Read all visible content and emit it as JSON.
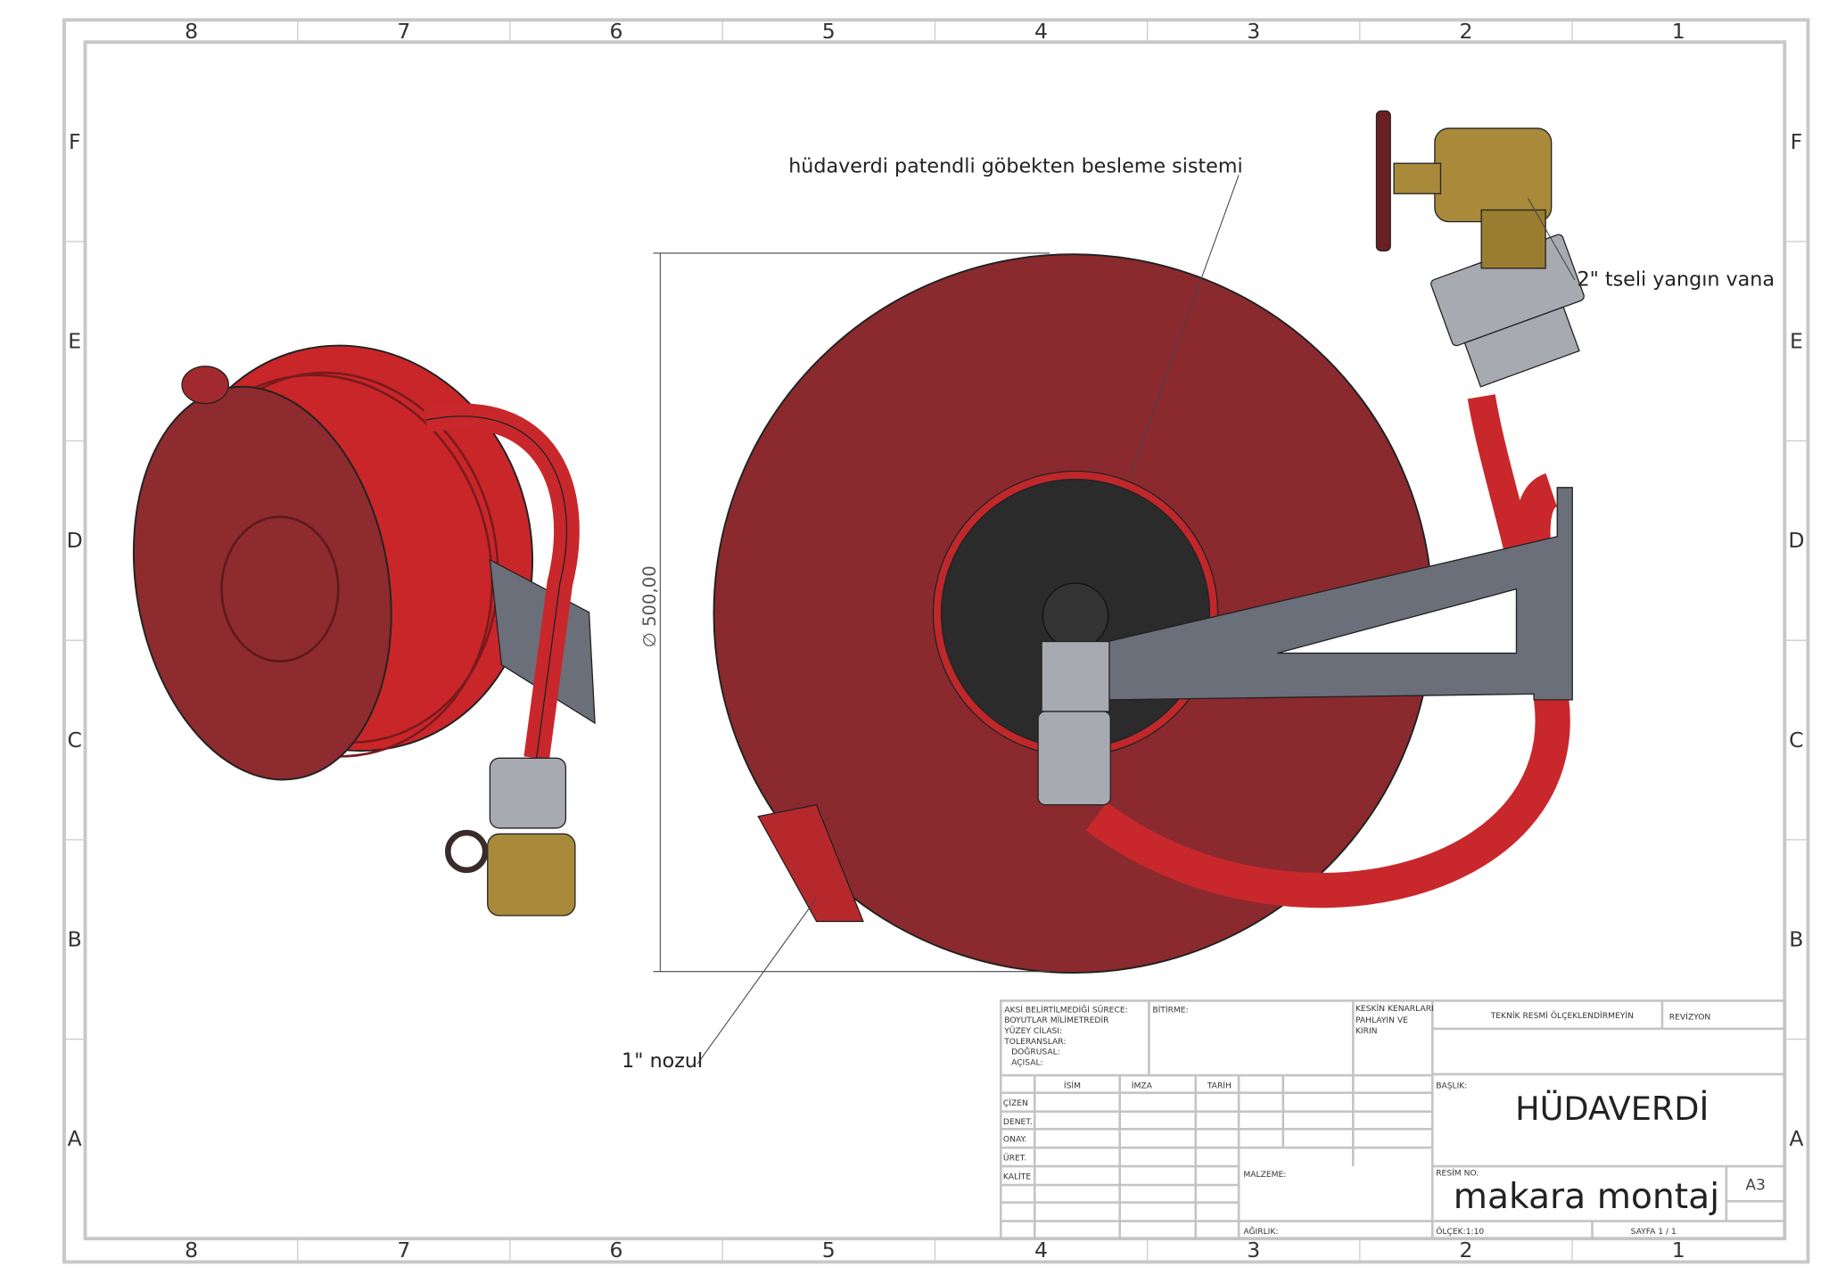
{
  "zones": {
    "columns": [
      "8",
      "7",
      "6",
      "5",
      "4",
      "3",
      "2",
      "1"
    ],
    "rows": [
      "F",
      "E",
      "D",
      "C",
      "B",
      "A"
    ]
  },
  "annotations": {
    "feed_system": "hüdaverdi patendli göbekten besleme sistemi",
    "valve": "2\" tseli yangın vana",
    "nozzle": "1\" nozul",
    "dimension": "∅ 500,00"
  },
  "title_block": {
    "notes": [
      "AKSİ BELİRTİLMEDİĞİ SÜRECE:",
      "BOYUTLAR MİLİMETREDİR",
      "YÜZEY CİLASI:",
      "TOLERANSLAR:",
      "  DOĞRUSAL:",
      "  AÇISAL:"
    ],
    "finish": "BİTİRME:",
    "edges": [
      "KESKİN KENARLARI",
      "PAHLAYIN VE",
      "KIRIN"
    ],
    "do_not_scale": "TEKNİK RESMİ ÖLÇEKLENDİRMEYİN",
    "revision": "REVİZYON",
    "col_headers": [
      "İSİM",
      "İMZA",
      "TARİH"
    ],
    "row_labels": [
      "ÇİZEN",
      "DENET.",
      "ONAY.",
      "ÜRET.",
      "KALİTE"
    ],
    "material": "MALZEME:",
    "weight": "AĞIRLIK:",
    "title_label": "BAŞLIK:",
    "title": "HÜDAVERDİ",
    "drawing_no_label": "RESİM NO.",
    "drawing_no": "makara montaj",
    "size": "A3",
    "scale": "ÖLÇEK:1:10",
    "sheet": "SAYFA 1 / 1"
  },
  "colors": {
    "reel": "#8b2a2e",
    "hose": "#c8282c",
    "steel": "#6b6f7a",
    "brass": "#a88a3a"
  }
}
